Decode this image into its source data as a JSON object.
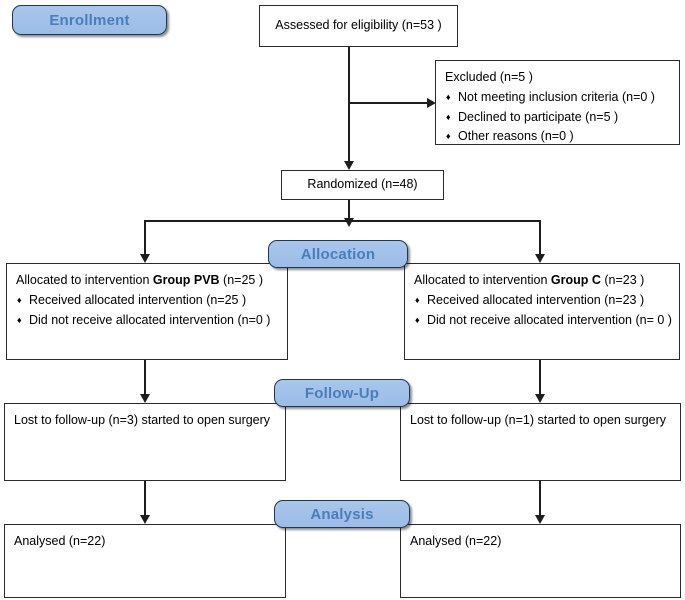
{
  "diagram": {
    "type": "consort-flow-diagram",
    "stages": [
      {
        "id": "enrollment",
        "label": "Enrollment"
      },
      {
        "id": "allocation",
        "label": "Allocation"
      },
      {
        "id": "followup",
        "label": "Follow-Up"
      },
      {
        "id": "analysis",
        "label": "Analysis"
      }
    ],
    "colors": {
      "pill_fill": "#a9c6ec",
      "pill_text": "#4a7ebb",
      "pill_border": "#21364f",
      "box_border": "#2b2b2b",
      "connector": "#1d1d1d",
      "background": "#ffffff"
    },
    "bullet_glyph": "♦",
    "boxes": {
      "assessed": {
        "text": "Assessed for eligibility (n=53  )"
      },
      "excluded": {
        "heading": "Excluded  (n=5  )",
        "items": [
          "Not meeting inclusion criteria (n=0  )",
          "Declined to participate (n=5  )",
          "Other reasons (n=0  )"
        ]
      },
      "randomized": {
        "text": "Randomized (n=48)"
      },
      "alloc_left": {
        "head_prefix": "Allocated to intervention ",
        "head_group": "Group PVB",
        "head_suffix": " (n=25  )",
        "items": [
          "Received allocated intervention (n=25  )",
          "Did not receive allocated intervention (n=0  )"
        ]
      },
      "alloc_right": {
        "head_prefix": "Allocated to intervention ",
        "head_group": "Group C",
        "head_suffix": " (n=23  )",
        "items": [
          "Received allocated intervention (n=23  )",
          "Did not receive allocated intervention (n= 0 )"
        ]
      },
      "followup_left": {
        "text": "Lost to follow-up (n=3) started to open surgery"
      },
      "followup_right": {
        "text": "Lost to follow-up (n=1) started to open surgery"
      },
      "analysis_left": {
        "text": "Analysed  (n=22)"
      },
      "analysis_right": {
        "text": "Analysed  (n=22)"
      }
    }
  }
}
